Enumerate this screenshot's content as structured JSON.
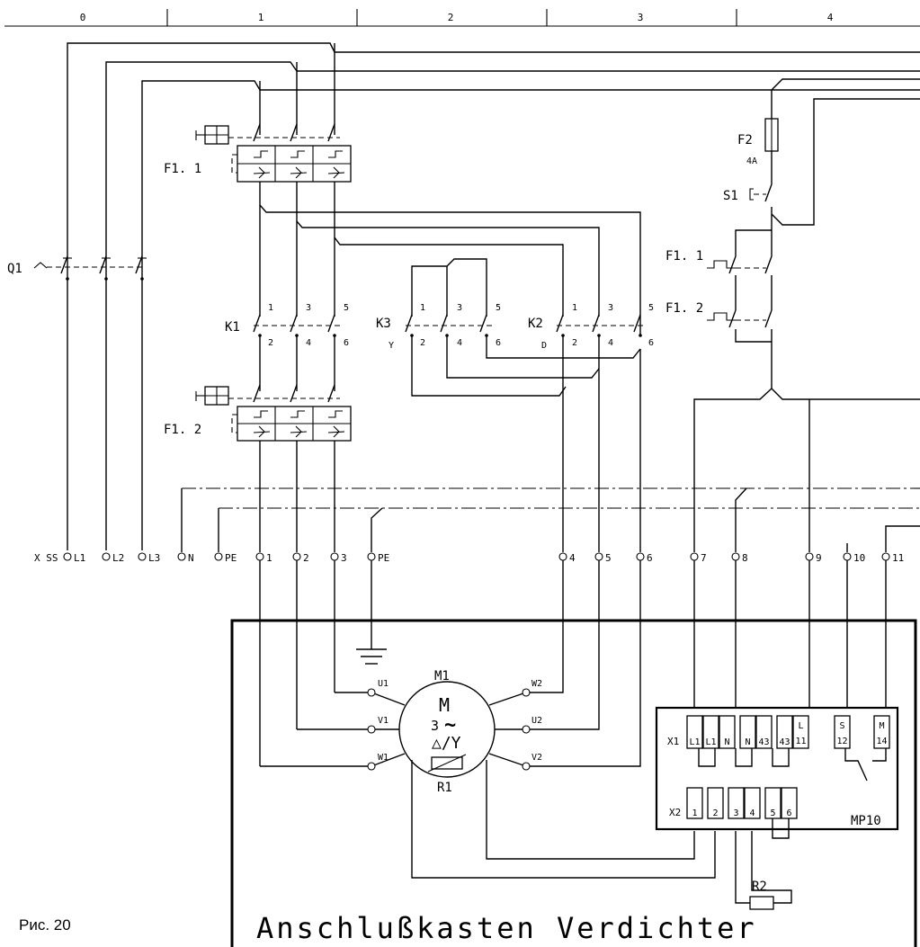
{
  "column_ruler": [
    "0",
    "1",
    "2",
    "3",
    "4"
  ],
  "components": {
    "q1": "Q1",
    "f11": "F1. 1",
    "f12": "F1. 2",
    "k1": "K1",
    "k3": "K3",
    "k3_mode": "Y",
    "k2": "K2",
    "k2_mode": "D",
    "f2": "F2",
    "f2_rating": "4A",
    "s1": "S1",
    "f11_contact": "F1. 1",
    "f12_contact": "F1. 2",
    "m1": "M1",
    "m1_symbol": "M",
    "m1_phase": "3",
    "m1_tilde": "~",
    "m1_conn": "△/Y",
    "r1": "R1",
    "r2": "R2",
    "mp10": "MP10"
  },
  "contact_numbers": {
    "top": [
      "1",
      "3",
      "5"
    ],
    "bottom": [
      "2",
      "4",
      "6"
    ]
  },
  "strip_label": "X SS",
  "terminals": [
    "L1",
    "L2",
    "L3",
    "N",
    "PE",
    "1",
    "2",
    "3",
    "PE",
    "4",
    "5",
    "6",
    "7",
    "8",
    "9",
    "10",
    "11"
  ],
  "motor_terminals": {
    "left": [
      "U1",
      "V1",
      "W1"
    ],
    "right": [
      "W2",
      "U2",
      "V2"
    ]
  },
  "mp10_x1": {
    "label": "X1",
    "cells": [
      [
        "L1"
      ],
      [
        "L1"
      ],
      [
        "N"
      ],
      [
        "N"
      ],
      [
        "43"
      ],
      [
        "43"
      ],
      [
        "L",
        "11"
      ],
      [
        "S",
        "12"
      ],
      [
        "M",
        "14"
      ]
    ]
  },
  "mp10_x2": {
    "label": "X2",
    "cells": [
      "1",
      "2",
      "3",
      "4",
      "5",
      "6"
    ]
  },
  "box_title": "Anschlußkasten Verdichter",
  "figure_caption": "Рис. 20"
}
